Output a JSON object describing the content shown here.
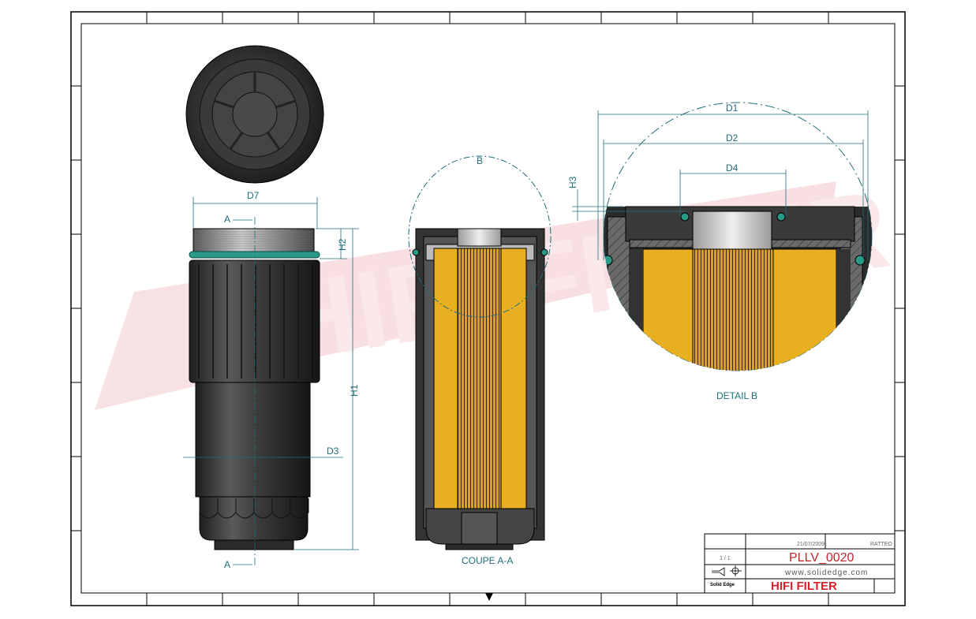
{
  "drawing": {
    "dimensions": {
      "d1": "D1",
      "d2": "D2",
      "d3": "D3",
      "d4": "D4",
      "d7": "D7",
      "h1": "H1",
      "h2": "H2",
      "h3": "H3"
    },
    "section_marker": "A",
    "section_caption": "COUPE A-A",
    "detail_marker": "B",
    "detail_caption": "DETAIL B",
    "watermark": "HIFI FILTER"
  },
  "title_block": {
    "date": "21/07/2009",
    "drawn_by": "RATTEO",
    "sheet": "1 / 1",
    "part_number": "PLLV_0020",
    "website": "www.solidedge.com",
    "software": "Solid Edge",
    "company": "HIFI FILTER"
  },
  "colors": {
    "dimension": "#1f6f7a",
    "filter_media": "#e8b020",
    "body": "#3a3a3a",
    "seal": "#2a9a88",
    "part_number": "#c0282d",
    "company": "#d8202a",
    "watermark": "#f3c8cc"
  }
}
